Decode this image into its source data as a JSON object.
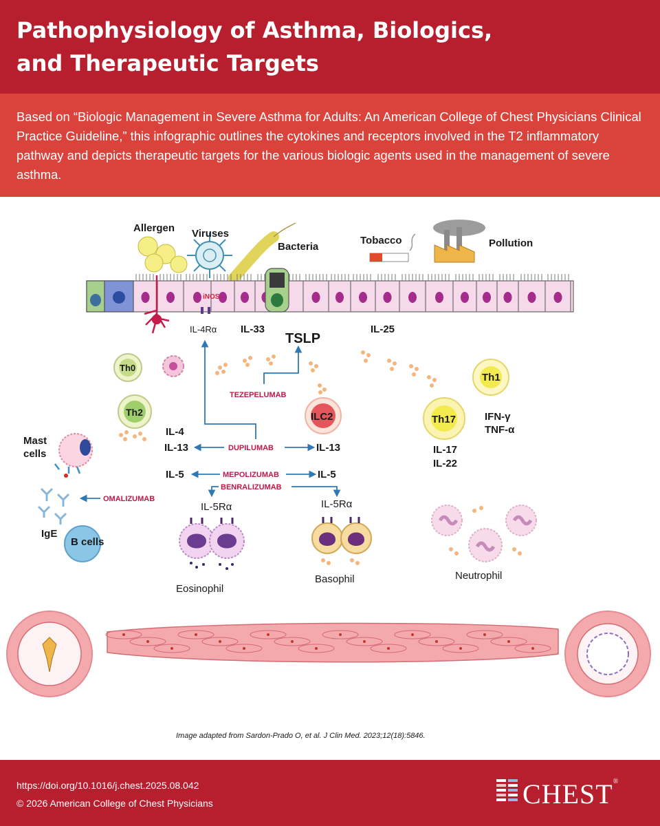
{
  "header": {
    "title_line1": "Pathophysiology of Asthma, Biologics,",
    "title_line2": "and Therapeutic Targets",
    "description": "Based on “Biologic Management in Severe Asthma for Adults: An American College of Chest Physicians Clinical Practice Guideline,” this infographic outlines the cytokines and receptors involved in the T2 inflammatory pathway and depicts therapeutic targets for the various biologic agents used in the management of severe asthma."
  },
  "triggers": {
    "allergen": "Allergen",
    "viruses": "Viruses",
    "bacteria": "Bacteria",
    "tobacco": "Tobacco",
    "pollution": "Pollution"
  },
  "epithelium": {
    "inos": "iNOS",
    "il4ra": "IL-4Rα",
    "il33": "IL-33",
    "tslp": "TSLP",
    "il25": "IL-25"
  },
  "cells": {
    "th0": "Th0",
    "th2": "Th2",
    "ilc2": "ILC2",
    "th17": "Th17",
    "th1": "Th1",
    "mast_cells_line1": "Mast",
    "mast_cells_line2": "cells",
    "ige": "IgE",
    "b_cells": "B cells",
    "eosinophil": "Eosinophil",
    "basophil": "Basophil",
    "neutrophil": "Neutrophil"
  },
  "cytokines": {
    "il4": "IL-4",
    "il13_left": "IL-13",
    "il13_right": "IL-13",
    "il5_left": "IL-5",
    "il5_right": "IL-5",
    "il5ra_left": "IL-5Rα",
    "il5ra_right": "IL-5Rα",
    "il17": "IL-17",
    "il22": "IL-22",
    "ifn": "IFN-γ",
    "tnf": "TNF-α"
  },
  "drugs": {
    "tezepelumab": "TEZEPELUMAB",
    "dupilumab": "DUPILUMAB",
    "mepolizumab": "MEPOLIZUMAB",
    "benralizumab": "BENRALIZUMAB",
    "omalizumab": "OMALIZUMAB"
  },
  "citation": "Image adapted from Sardon-Prado O, et al. J Clin Med. 2023;12(18):5846.",
  "footer": {
    "doi": "https://doi.org/10.1016/j.chest.2025.08.042",
    "copyright": "© 2026 American College of Chest Physicians",
    "logo": "CHEST",
    "logo_mark": "®"
  },
  "colors": {
    "header_bg": "#b81f2e",
    "subheader_bg": "#d9433c",
    "drug_label": "#c0174a",
    "arrow": "#2f78b4",
    "epithelium": "#f6d9ea",
    "nucleus": "#a42c8a"
  }
}
